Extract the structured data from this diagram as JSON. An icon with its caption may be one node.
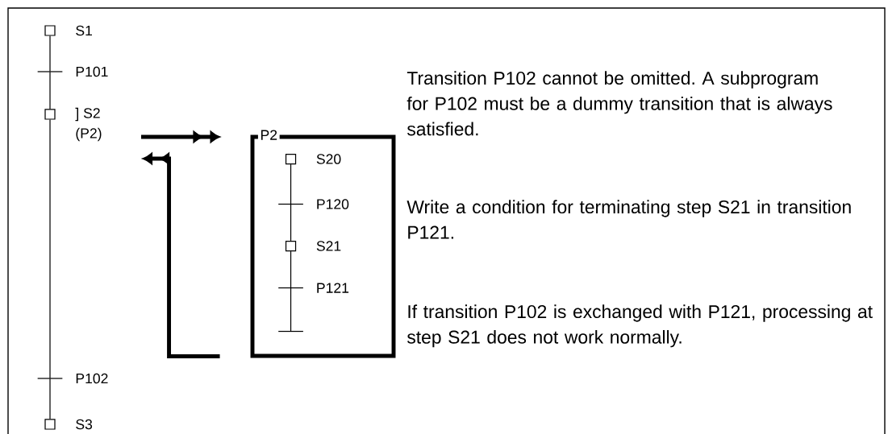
{
  "diagram": {
    "nodes": [
      {
        "text": [],
        "shape": "box",
        "beside": [
          "S1"
        ]
      },
      {
        "text": [
          "P101"
        ]
      },
      {
        "text": [],
        "shape": "box",
        "beside": [
          "] S2",
          "(P2)"
        ]
      },
      {
        "text": [
          "P2"
        ]
      },
      {
        "text": [],
        "shape": "box",
        "beside": [
          "S20"
        ],
        "in": 3
      },
      {
        "text": [
          "P120"
        ],
        "in": 3
      },
      {
        "text": [],
        "shape": "box",
        "beside": [
          "S21"
        ],
        "in": 3
      },
      {
        "text": [
          "P121"
        ],
        "in": 3
      },
      {
        "text": [],
        "shape": "bar",
        "in": 3
      },
      {
        "text": [
          "P102"
        ]
      },
      {
        "text": [],
        "shape": "box",
        "beside": [
          "S3"
        ]
      }
    ],
    "edges": [
      {
        "from": 0,
        "to": 1,
        "arrow": "none"
      },
      {
        "from": 1,
        "to": 2,
        "arrow": "none"
      },
      {
        "from": 2,
        "to": 9,
        "arrow": "none"
      },
      {
        "from": 9,
        "to": 10,
        "arrow": "none"
      },
      {
        "from": 4,
        "to": 5,
        "arrow": "none"
      },
      {
        "from": 5,
        "to": 6,
        "arrow": "none"
      },
      {
        "from": 6,
        "to": 7,
        "arrow": "none"
      },
      {
        "from": 7,
        "to": 8,
        "arrow": "none"
      },
      {
        "from": 2,
        "to": 3,
        "arrow": "to",
        "style": "thick"
      },
      {
        "from": 3,
        "to": 2,
        "arrow": "to",
        "style": "thick"
      }
    ],
    "labels": [
      "Transition P102 cannot be omitted. A subprogram for P102 must be a dummy transition that is always satisfied.",
      "Write a condition for terminating step S21 in transition P121.",
      "If transition P102 is exchanged with P121, processing at step S21 does not work normally."
    ]
  }
}
